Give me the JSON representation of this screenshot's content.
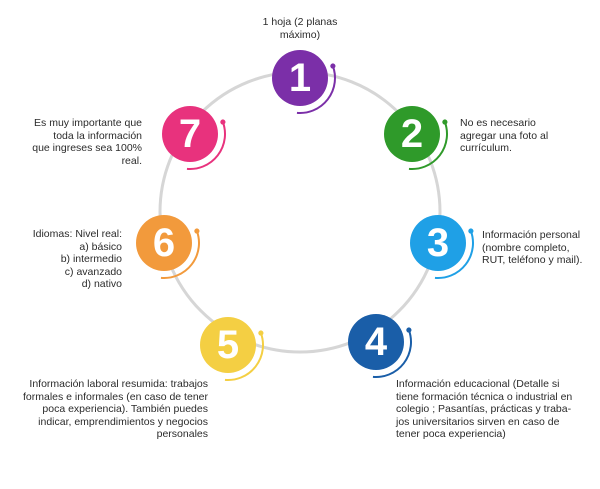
{
  "steps": [
    {
      "number": "1",
      "color": "#7b2fa8",
      "text": "1 hoja (2 planas\nmáximo)"
    },
    {
      "number": "2",
      "color": "#2f9a2a",
      "text": "No es necesario\nagregar una foto al\ncurrículum."
    },
    {
      "number": "3",
      "color": "#1fa0e6",
      "text": "Información personal\n(nombre completo,\nRUT, teléfono y mail)."
    },
    {
      "number": "4",
      "color": "#1a5ea8",
      "text": "Información educacional (Detalle si\ntiene formación técnica o industrial en\ncolegio ; Pasantías, prácticas y traba-\njos universitarios sirven en caso de\ntener poca experiencia)"
    },
    {
      "number": "5",
      "color": "#f4cf43",
      "text": "Información laboral resumida: trabajos\nformales e informales (en caso de tener\npoca experiencia). También puedes\nindicar, emprendimientos y negocios\npersonales"
    },
    {
      "number": "6",
      "color": "#f29a3c",
      "text": "Idiomas: Nivel real:\na) básico\nb) intermedio\nc) avanzado\nd) nativo"
    },
    {
      "number": "7",
      "color": "#e8327d",
      "text": "Es muy importante que\ntoda la información\nque ingreses sea 100%\nreal."
    }
  ],
  "ring_color": "#d6d6d6"
}
